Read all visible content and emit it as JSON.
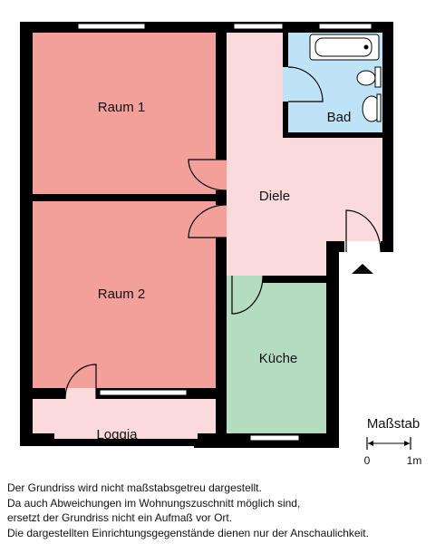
{
  "rooms": {
    "raum1": "Raum 1",
    "raum2": "Raum 2",
    "diele": "Diele",
    "bad": "Bad",
    "kueche": "Küche",
    "loggia": "Loggia"
  },
  "scale": {
    "title": "Maßstab",
    "start": "0",
    "end": "1m"
  },
  "disclaimer": [
    "Der Grundriss wird nicht maßstabsgetreu dargestellt.",
    "Da auch Abweichungen im Wohnungszuschnitt möglich sind,",
    "ersetzt der Grundriss nicht ein Aufmaß vor Ort.",
    "Die dargestellten Einrichtungsgegenstände dienen nur der Anschaulichkeit."
  ],
  "colors": {
    "wall": "#000000",
    "raum": "#f4a09a",
    "diele": "#fadadb",
    "bad": "#bfe3f6",
    "kueche": "#b3dcc0",
    "loggia": "#fadadb"
  }
}
